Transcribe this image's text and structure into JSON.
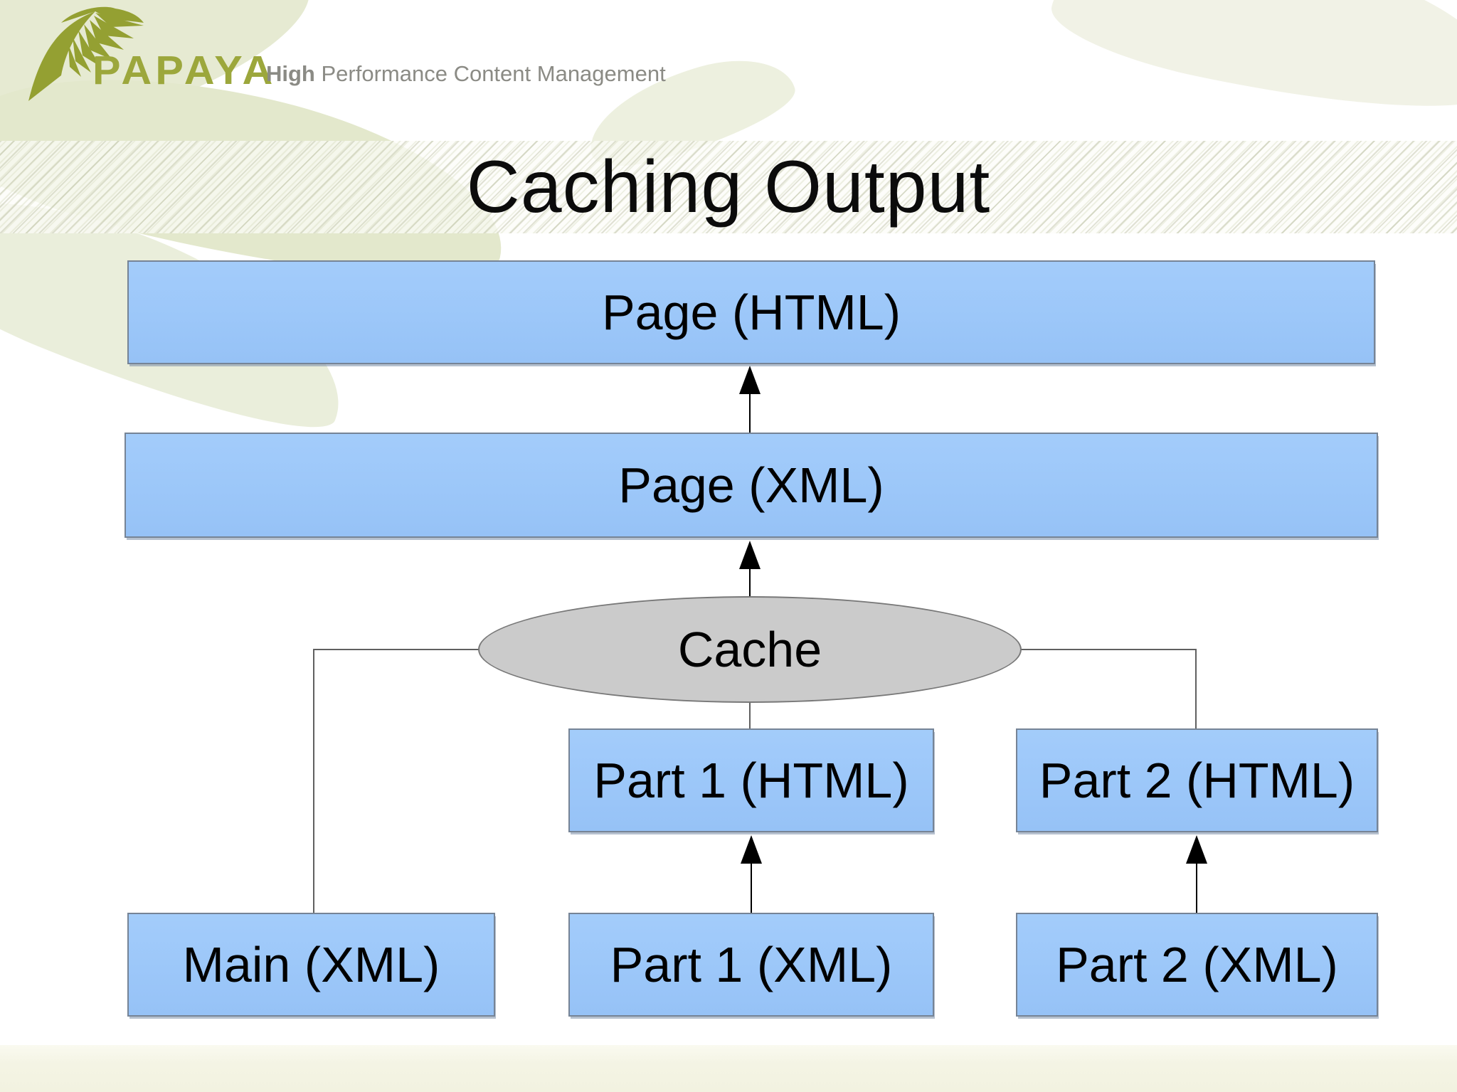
{
  "logo": {
    "brand": "PAPAYA",
    "tagline_strong": "High",
    "tagline_rest": " Performance Content Management",
    "brand_color": "#9ca73c",
    "tagline_color": "#8b8b85"
  },
  "slide": {
    "title": "Caching Output"
  },
  "diagram": {
    "nodes": {
      "page_html": {
        "label": "Page (HTML)",
        "shape": "box"
      },
      "page_xml": {
        "label": "Page (XML)",
        "shape": "box"
      },
      "cache": {
        "label": "Cache",
        "shape": "ellipse"
      },
      "part1_html": {
        "label": "Part 1 (HTML)",
        "shape": "box"
      },
      "part2_html": {
        "label": "Part 2 (HTML)",
        "shape": "box"
      },
      "main_xml": {
        "label": "Main (XML)",
        "shape": "box"
      },
      "part1_xml": {
        "label": "Part 1 (XML)",
        "shape": "box"
      },
      "part2_xml": {
        "label": "Part 2 (XML)",
        "shape": "box"
      }
    },
    "edges": [
      {
        "from": "page_xml",
        "to": "page_html",
        "style": "arrow-up"
      },
      {
        "from": "cache",
        "to": "page_xml",
        "style": "arrow-up"
      },
      {
        "from": "cache",
        "to": "part1_html",
        "style": "plain-line"
      },
      {
        "from": "cache",
        "to": "main_xml",
        "style": "plain-line"
      },
      {
        "from": "cache",
        "to": "part2_html",
        "style": "plain-line"
      },
      {
        "from": "part1_xml",
        "to": "part1_html",
        "style": "arrow-up"
      },
      {
        "from": "part2_xml",
        "to": "part2_html",
        "style": "arrow-up"
      }
    ],
    "colors": {
      "box_fill": "#9cc7f9",
      "box_border": "#768496",
      "ellipse_fill": "#cbcbcb",
      "ellipse_border": "#787878",
      "connector_line": "#606060",
      "arrow": "#000000",
      "label_text": "#000000"
    }
  },
  "theme": {
    "background": "#ffffff",
    "title_color": "#0b0b0b",
    "band_hatch_line": "#b0b496",
    "footer_bg": "#f4f4e4",
    "leaf_green": "#e3e8cc"
  }
}
